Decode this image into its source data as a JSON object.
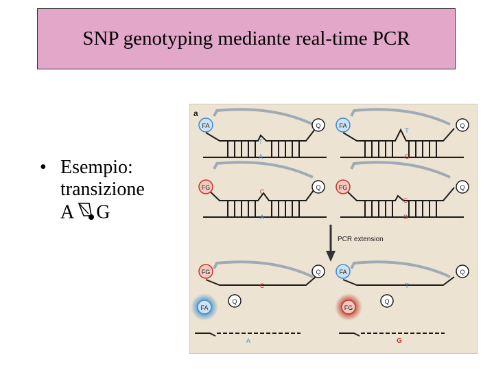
{
  "title": "SNP genotyping mediante real-time PCR",
  "bullet": {
    "marker": "•",
    "line1": "Esempio:",
    "line2": "transizione",
    "line3_left": "A",
    "line3_right": "G",
    "arrow_icon": "right-arrow-icon"
  },
  "figure": {
    "panel_label": "a",
    "pcr_extension_label": "PCR extension",
    "colors": {
      "background": "#ede3d2",
      "blue": "#3d8ccf",
      "red": "#c0392b",
      "grey_arc": "#a0aab4",
      "dark": "#1a1a1a"
    },
    "probes": {
      "r1_left": {
        "reporter": "FA",
        "quencher": "Q",
        "probe_base": "T",
        "target_base": "A"
      },
      "r1_right": {
        "reporter": "FA",
        "quencher": "Q",
        "probe_base": "T",
        "target_base": "G"
      },
      "r2_left": {
        "reporter": "FG",
        "quencher": "Q",
        "probe_base": "C",
        "target_base": "A"
      },
      "r2_right": {
        "reporter": "FG",
        "quencher": "Q",
        "probe_base": "C",
        "target_base": "G"
      },
      "r3_left": {
        "reporter": "FG",
        "quencher": "Q",
        "probe_base": "C"
      },
      "r3_right": {
        "reporter": "FA",
        "quencher": "Q",
        "probe_base": "T"
      }
    },
    "released": {
      "left": {
        "reporter": "FA",
        "quencher": "Q",
        "target_base": "A"
      },
      "right": {
        "reporter": "FG",
        "quencher": "Q",
        "target_base": "G"
      }
    }
  }
}
